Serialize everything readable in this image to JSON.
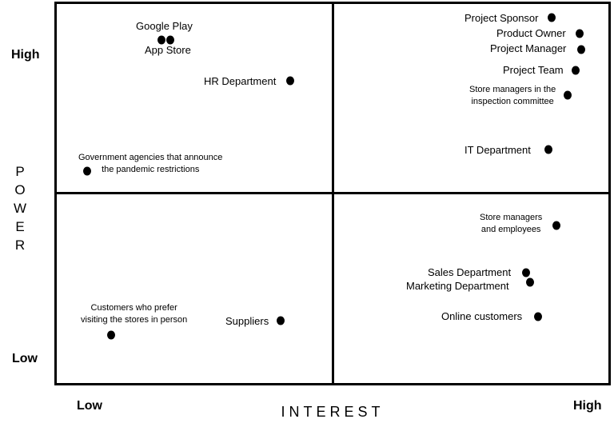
{
  "axes": {
    "power_letters": [
      "P",
      "O",
      "W",
      "E",
      "R"
    ],
    "interest": "INTEREST",
    "power_high": "High",
    "power_low": "Low",
    "interest_low": "Low",
    "interest_high": "High"
  },
  "stakeholders": {
    "google_play": "Google Play",
    "app_store": "App Store",
    "hr_department": "HR Department",
    "government_line1": "Government agencies that announce",
    "government_line2": "the pandemic restrictions",
    "project_sponsor": "Project Sponsor",
    "product_owner": "Product Owner",
    "project_manager": "Project Manager",
    "project_team": "Project Team",
    "store_committee_line1": "Store managers in the",
    "store_committee_line2": "inspection committee",
    "it_department": "IT Department",
    "store_managers_line1": "Store managers",
    "store_managers_line2": "and employees",
    "sales_department": "Sales Department",
    "marketing_department": "Marketing Department",
    "online_customers": "Online customers",
    "customers_line1": "Customers who prefer",
    "customers_line2": "visiting the stores in person",
    "suppliers": "Suppliers"
  }
}
